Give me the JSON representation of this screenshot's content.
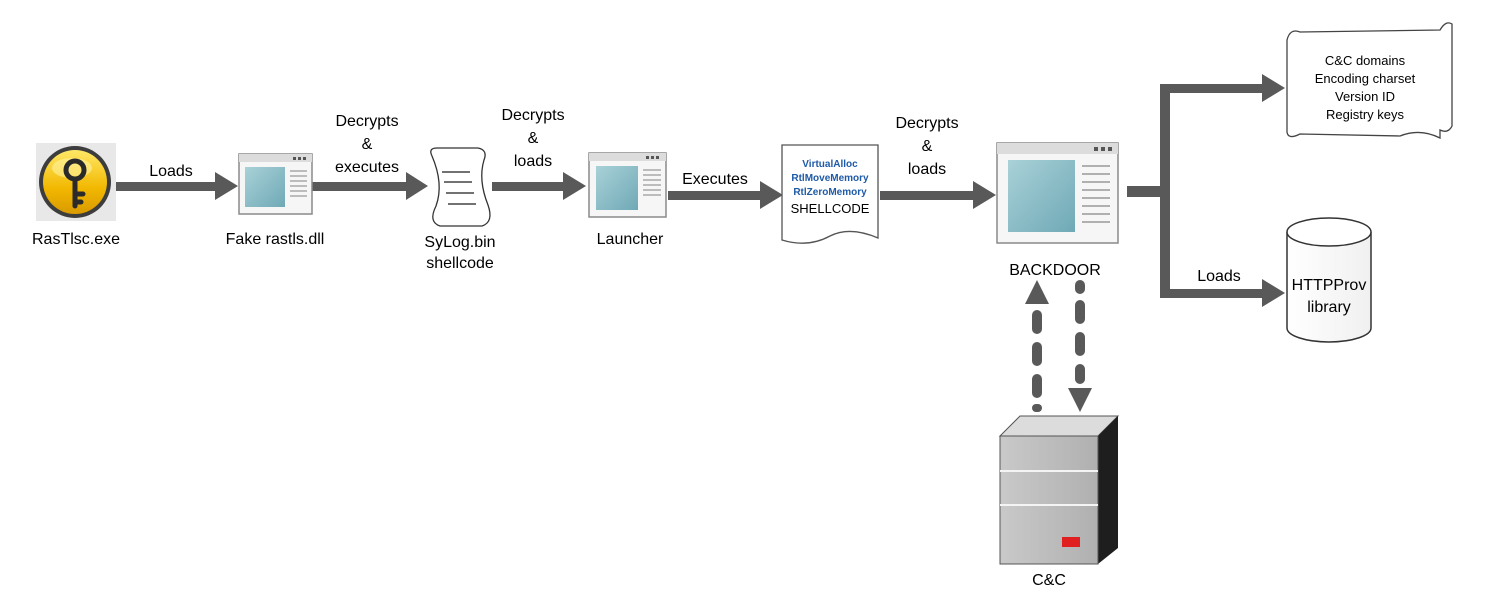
{
  "nodes": {
    "rastlsc": {
      "label": "RasTlsc.exe",
      "icon": "key-icon"
    },
    "fake_dll": {
      "label": "Fake rastls.dll",
      "icon": "window-icon"
    },
    "sylog": {
      "label_line1": "SyLog.bin",
      "label_line2": "shellcode",
      "icon": "scroll-icon"
    },
    "launcher": {
      "label": "Launcher",
      "icon": "window-icon"
    },
    "shellcode_doc": {
      "api_calls": [
        "VirtualAlloc",
        "RtlMoveMemory",
        "RtlZeroMemory"
      ],
      "label": "SHELLCODE",
      "icon": "document-icon"
    },
    "backdoor": {
      "label": "BACKDOOR",
      "icon": "window-icon"
    },
    "config": {
      "lines": [
        "C&C domains",
        "Encoding charset",
        "Version ID",
        "Registry keys"
      ],
      "icon": "banner-icon"
    },
    "httpprov": {
      "label_line1": "HTTPProv",
      "label_line2": "library",
      "icon": "cylinder-icon"
    },
    "cc": {
      "label": "C&C",
      "icon": "server-icon"
    }
  },
  "edges": {
    "loads_1": {
      "label": "Loads"
    },
    "decrypts_executes": {
      "line1": "Decrypts",
      "line2": "&",
      "line3": "executes"
    },
    "decrypts_loads_1": {
      "line1": "Decrypts",
      "line2": "&",
      "line3": "loads"
    },
    "executes": {
      "label": "Executes"
    },
    "decrypts_loads_2": {
      "line1": "Decrypts",
      "line2": "&",
      "line3": "loads"
    },
    "loads_2": {
      "label": "Loads"
    }
  },
  "colors": {
    "arrow": "#595959",
    "api_text": "#1f5aa6",
    "key_fill": "#f5c400",
    "server_led": "#e02020"
  }
}
